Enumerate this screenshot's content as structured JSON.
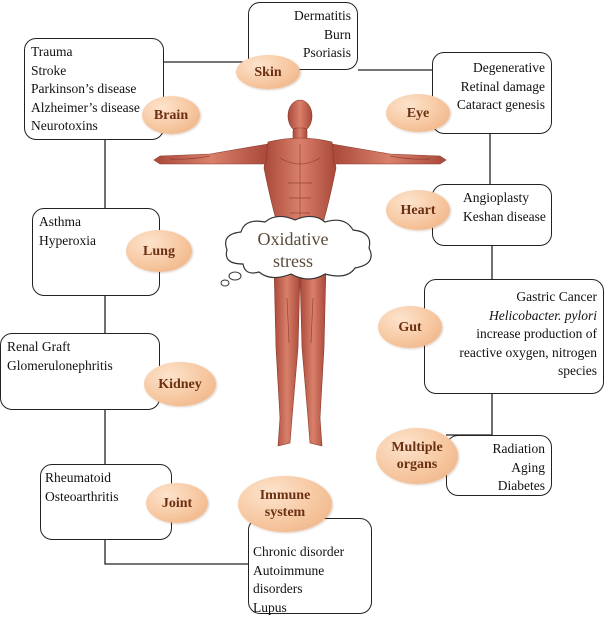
{
  "center": {
    "title": "Oxidative stress"
  },
  "nodes": {
    "skin": {
      "label": "Skin",
      "items": [
        "Dermatitis",
        "Burn",
        "Psoriasis"
      ]
    },
    "brain": {
      "label": "Brain",
      "items": [
        "Trauma",
        "Stroke",
        "Parkinson’s disease",
        "Alzheimer’s disease",
        "Neurotoxins"
      ]
    },
    "eye": {
      "label": "Eye",
      "items": [
        "Degenerative",
        "Retinal damage",
        "Cataract genesis"
      ]
    },
    "heart": {
      "label": "Heart",
      "items": [
        "Angioplasty",
        "Keshan disease"
      ]
    },
    "lung": {
      "label": "Lung",
      "items": [
        "Asthma",
        "Hyperoxia"
      ]
    },
    "gut": {
      "label": "Gut",
      "items": [
        "Gastric Cancer",
        "Helicobacter. pylori",
        "increase production of",
        "reactive oxygen, nitrogen",
        "species"
      ]
    },
    "kidney": {
      "label": "Kidney",
      "items": [
        "Renal Graft",
        "Glomerulonephritis"
      ]
    },
    "multiple_organs": {
      "label": "Multiple organs",
      "items": [
        "Radiation",
        "Aging",
        "Diabetes"
      ]
    },
    "joint": {
      "label": "Joint",
      "items": [
        "Rheumatoid",
        "Osteoarthritis"
      ]
    },
    "immune_system": {
      "label": "Immune system",
      "items": [
        "Chronic disorder",
        "Autoimmune",
        "disorders",
        "Lupus"
      ]
    }
  },
  "colors": {
    "oval": "#f6c7a0",
    "oval_text": "#6b2f12",
    "line": "#222222",
    "muscle": "#c0604a"
  }
}
